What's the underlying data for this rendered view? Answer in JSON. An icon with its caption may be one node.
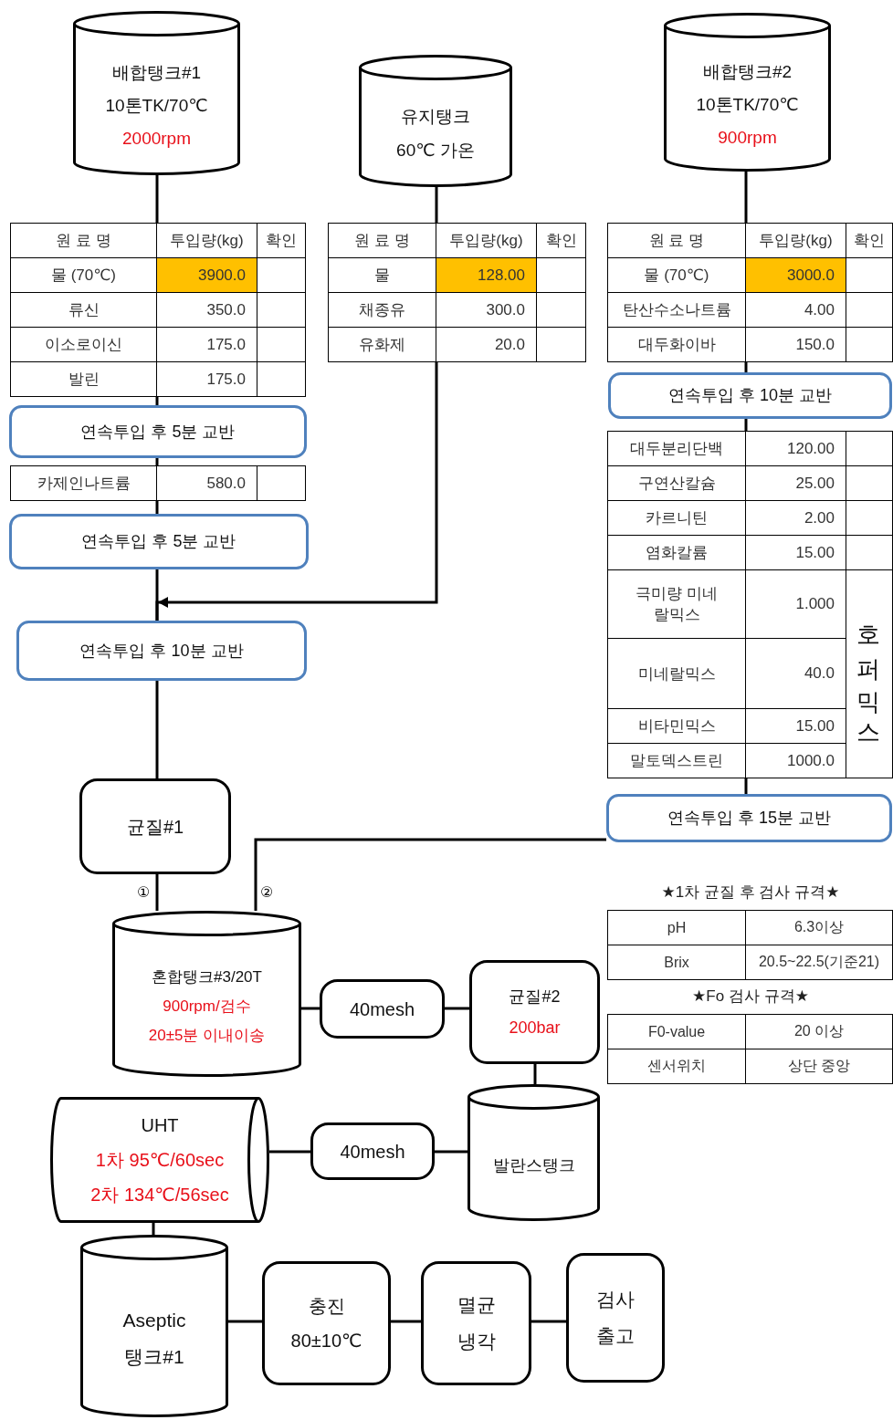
{
  "diagram": {
    "nodes": [
      {
        "text": [
          "배합탱크#1",
          "10톤TK/70℃",
          "2000rpm"
        ]
      },
      {
        "text": [
          "유지탱크",
          "60℃ 가온"
        ]
      },
      {
        "text": [
          "배합탱크#2",
          "10톤TK/70℃",
          "900rpm"
        ]
      },
      {
        "text": [
          "연속투입 후 5분 교반"
        ]
      },
      {
        "text": [
          "연속투입 후 10분 교반"
        ]
      },
      {
        "text": [
          "연속투입 후 5분 교반"
        ]
      },
      {
        "text": [
          "연속투입 후 10분 교반"
        ]
      },
      {
        "text": [
          "연속투입 후 15분 교반"
        ]
      },
      {
        "text": [
          "균질#1"
        ]
      },
      {
        "text": [
          "혼합탱크#3/20T",
          "900rpm/검수",
          "20±5분 이내이송"
        ]
      },
      {
        "text": [
          "40mesh"
        ]
      },
      {
        "text": [
          "균질#2",
          "200bar"
        ]
      },
      {
        "text": [
          "UHT",
          "1차 95℃/60sec",
          "2차 134℃/56sec"
        ]
      },
      {
        "text": [
          "40mesh"
        ]
      },
      {
        "text": [
          "발란스탱크"
        ]
      },
      {
        "text": [
          "Aseptic 탱크#1"
        ]
      },
      {
        "text": [
          "충진",
          "80±10℃"
        ]
      },
      {
        "text": [
          "멸균 냉각"
        ]
      },
      {
        "text": [
          "검사 출고"
        ]
      }
    ],
    "edges": [
      {
        "from": 0,
        "to": 3,
        "arrow": "none"
      },
      {
        "from": 3,
        "to": 5,
        "arrow": "none"
      },
      {
        "from": 5,
        "to": 6,
        "arrow": "none"
      },
      {
        "from": 1,
        "to": 6,
        "arrow": "to"
      },
      {
        "from": 6,
        "to": 8,
        "arrow": "none"
      },
      {
        "from": 2,
        "to": 4,
        "arrow": "none"
      },
      {
        "from": 4,
        "to": 7,
        "arrow": "none"
      },
      {
        "from": 8,
        "to": 9,
        "arrow": "none",
        "label": "①"
      },
      {
        "from": 7,
        "to": 9,
        "arrow": "none",
        "label": "②"
      },
      {
        "from": 9,
        "to": 10,
        "arrow": "none"
      },
      {
        "from": 10,
        "to": 11,
        "arrow": "none"
      },
      {
        "from": 11,
        "to": 14,
        "arrow": "none"
      },
      {
        "from": 14,
        "to": 13,
        "arrow": "none"
      },
      {
        "from": 13,
        "to": 12,
        "arrow": "none"
      },
      {
        "from": 12,
        "to": 15,
        "arrow": "none"
      },
      {
        "from": 15,
        "to": 16,
        "arrow": "none"
      },
      {
        "from": 16,
        "to": 17,
        "arrow": "none"
      },
      {
        "from": 17,
        "to": 18,
        "arrow": "none"
      }
    ],
    "labels": [
      "원 료 명",
      "투입량(kg)",
      "확인",
      "물 (70℃)",
      "3900.0",
      "류신",
      "350.0",
      "이소로이신",
      "175.0",
      "발린",
      "175.0",
      "원 료 명",
      "투입량(kg)",
      "확인",
      "물",
      "128.00",
      "채종유",
      "300.0",
      "유화제",
      "20.0",
      "원 료 명",
      "투입량(kg)",
      "확인",
      "물 (70℃)",
      "3000.0",
      "탄산수소나트륨",
      "4.00",
      "대두화이바",
      "150.0",
      "카제인나트륨",
      "580.0",
      "대두분리단백",
      "120.00",
      "구연산칼슘",
      "25.00",
      "카르니틴",
      "2.00",
      "염화칼륨",
      "15.00",
      "극미량 미네랄믹스",
      "1.000",
      "호퍼믹스",
      "미네랄믹스",
      "40.0",
      "비타민믹스",
      "15.00",
      "말토덱스트린",
      "1000.0",
      "★1차 균질 후 검사 규격★",
      "pH",
      "6.3이상",
      "Brix",
      "20.5~22.5(기준21)",
      "★Fo 검사 규격★",
      "F0-value",
      "20 이상",
      "센서위치",
      "상단 중앙"
    ]
  }
}
